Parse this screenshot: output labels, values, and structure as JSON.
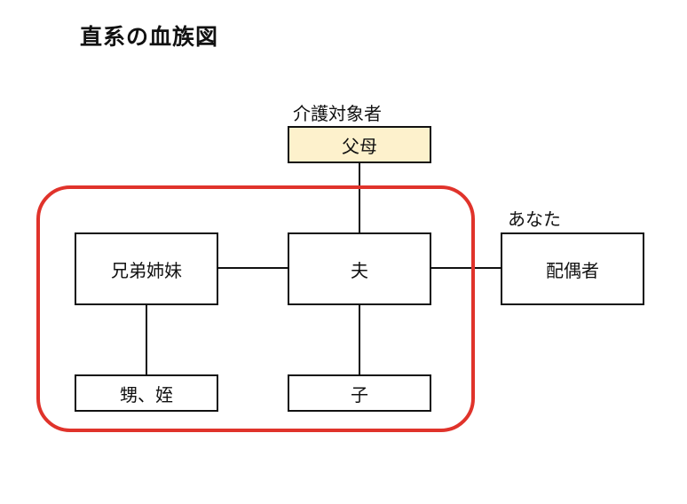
{
  "title": "直系の血族図",
  "colors": {
    "line": "#111111",
    "frame": "#e0332b",
    "highlight_fill": "#fdf1cc"
  },
  "labels": {
    "care_recipient": "介護対象者",
    "you": "あなた"
  },
  "nodes": {
    "parents": "父母",
    "siblings": "兄弟姉妹",
    "husband": "夫",
    "spouse": "配偶者",
    "nephews_nieces": "甥、姪",
    "children": "子"
  }
}
